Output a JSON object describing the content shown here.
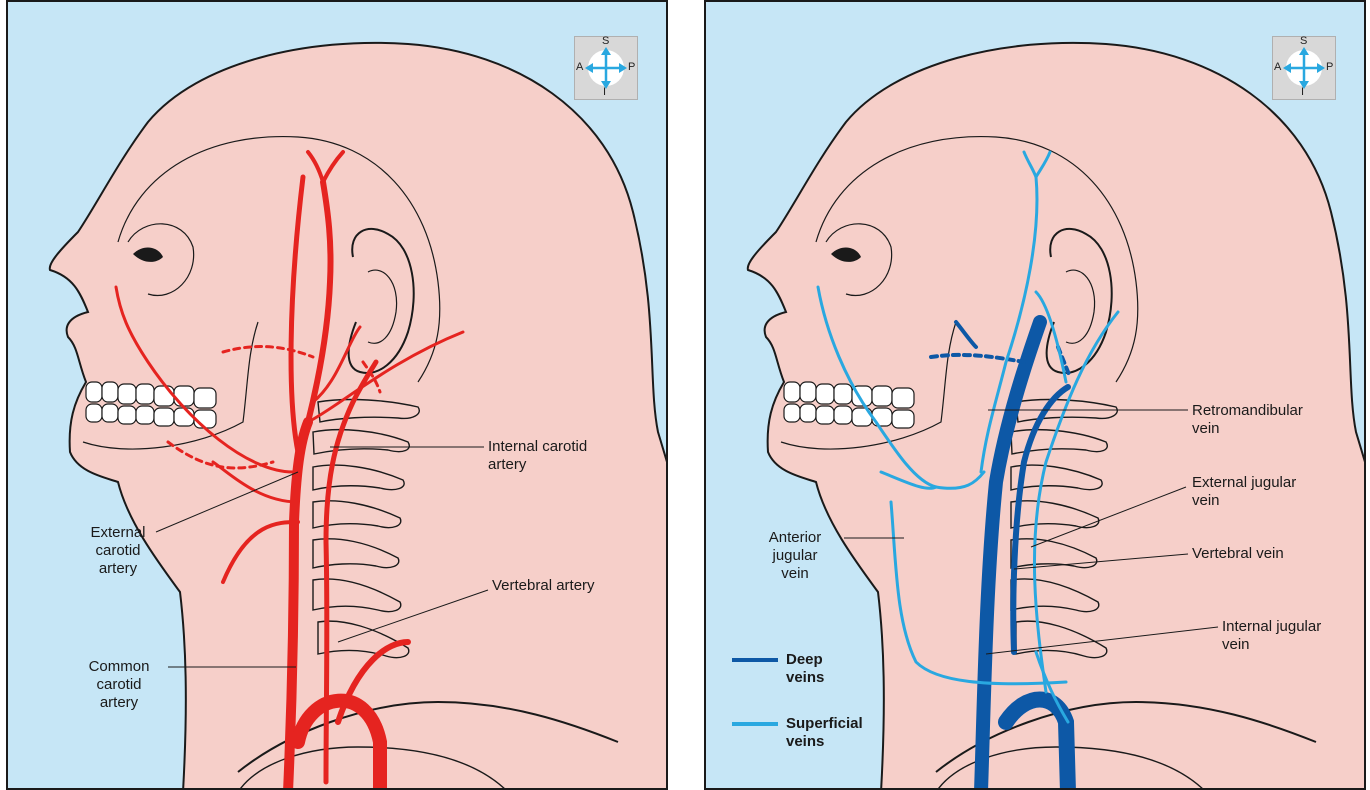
{
  "compass": {
    "superior": "S",
    "inferior": "I",
    "anterior": "A",
    "posterior": "P"
  },
  "arteries": {
    "internal_carotid": [
      "Internal carotid",
      "artery"
    ],
    "external_carotid": [
      "External",
      "carotid",
      "artery"
    ],
    "vertebral": "Vertebral artery",
    "common_carotid": [
      "Common",
      "carotid",
      "artery"
    ]
  },
  "veins": {
    "retromandibular": [
      "Retromandibular",
      "vein"
    ],
    "external_jugular": [
      "External jugular",
      "vein"
    ],
    "vertebral": "Vertebral vein",
    "internal_jugular": [
      "Internal jugular",
      "vein"
    ],
    "anterior_jugular": [
      "Anterior",
      "jugular",
      "vein"
    ]
  },
  "legend": {
    "deep": [
      "Deep",
      "veins"
    ],
    "superficial": [
      "Superficial",
      "veins"
    ]
  },
  "colors": {
    "background": "#c6e6f6",
    "skin": "#f6cfc9",
    "artery": "#e52420",
    "deep_vein": "#0d58a6",
    "superficial_vein": "#29a8e0",
    "compass_arrow": "#29a8e0"
  }
}
